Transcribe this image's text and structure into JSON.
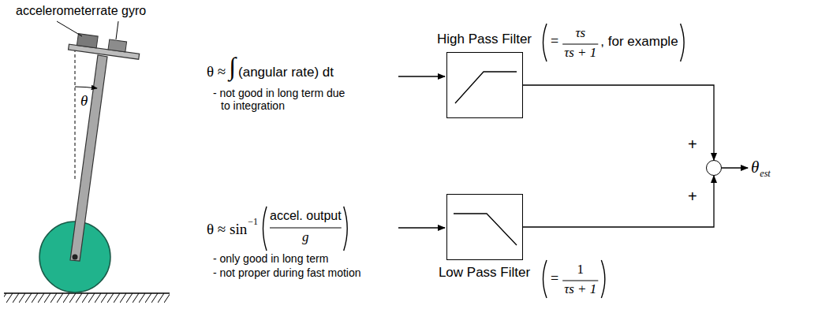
{
  "diagram": {
    "nodes": [
      {
        "text": [
          "High Pass Filter"
        ]
      },
      {
        "text": [
          "Low Pass Filter"
        ]
      },
      {
        "text": [
          "+",
          "+"
        ]
      }
    ],
    "edges": [
      {
        "from": 0,
        "to": 2,
        "arrow": "to"
      },
      {
        "from": 1,
        "to": 2,
        "arrow": "to"
      }
    ],
    "labels": [
      "accelerometer",
      "rate gyro",
      "θ",
      "θ ≈",
      "∫",
      "(angular rate) dt",
      "- not good in long term due to integration",
      "θ ≈ sin",
      "−1",
      "accel. output",
      "g",
      "- only good in long term",
      "- not proper during fast motion",
      "=",
      "τs",
      "τs + 1",
      ", for example",
      "=",
      "1",
      "τs + 1",
      "θ",
      "est"
    ]
  }
}
